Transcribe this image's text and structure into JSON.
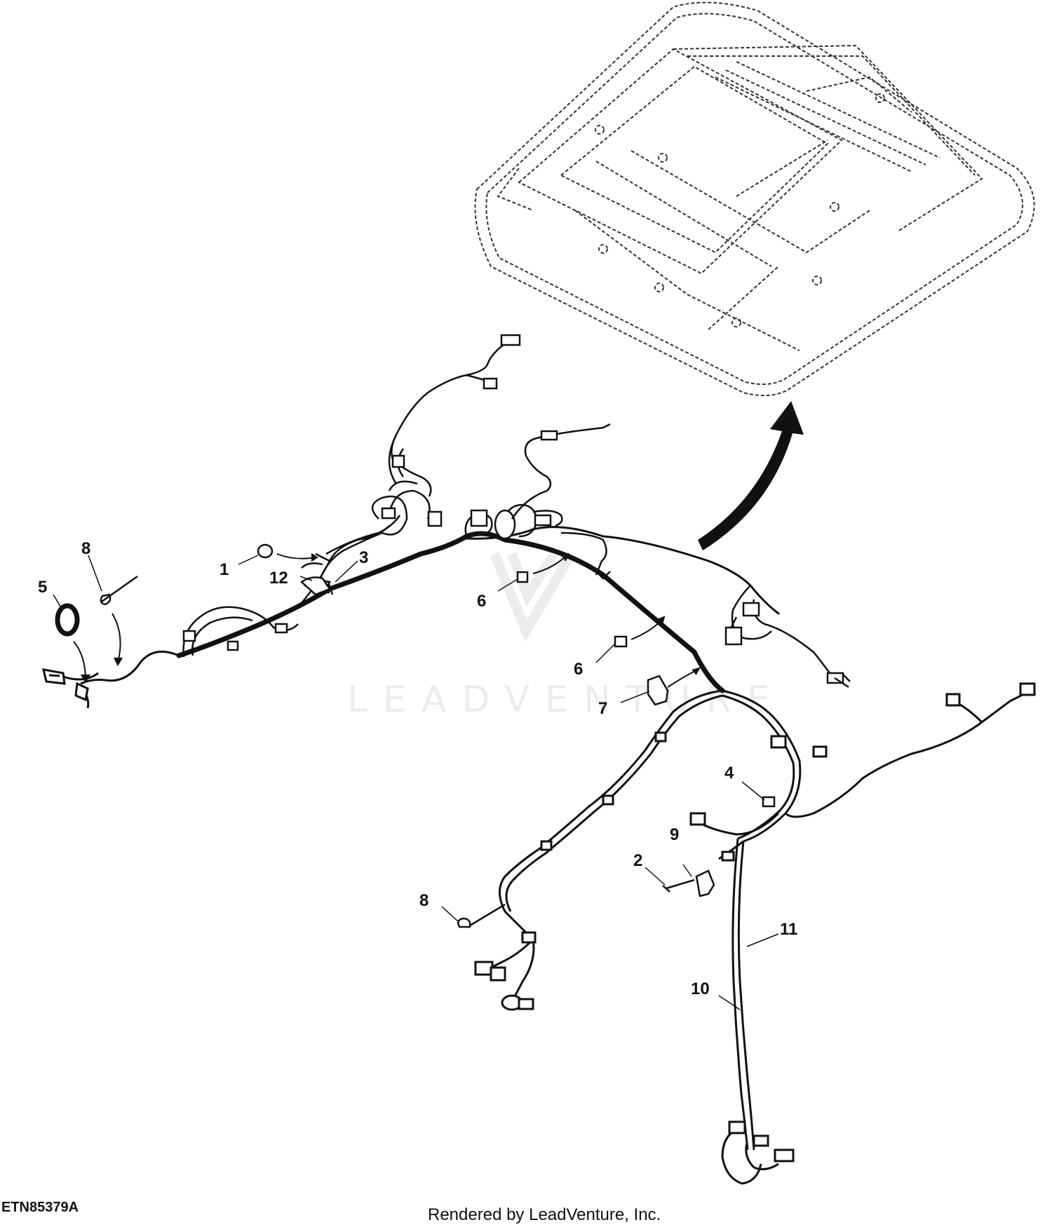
{
  "diagram": {
    "figure_id": "ETN85379A",
    "rendered_by": "Rendered by LeadVenture, Inc.",
    "watermark": "LEADVENTURE",
    "callouts": [
      "1",
      "2",
      "3",
      "4",
      "5",
      "6",
      "6",
      "7",
      "8",
      "8",
      "9",
      "10",
      "11",
      "12"
    ]
  },
  "colors": {
    "line": "#111111",
    "dashed": "#333333",
    "watermark": "#ececec"
  }
}
